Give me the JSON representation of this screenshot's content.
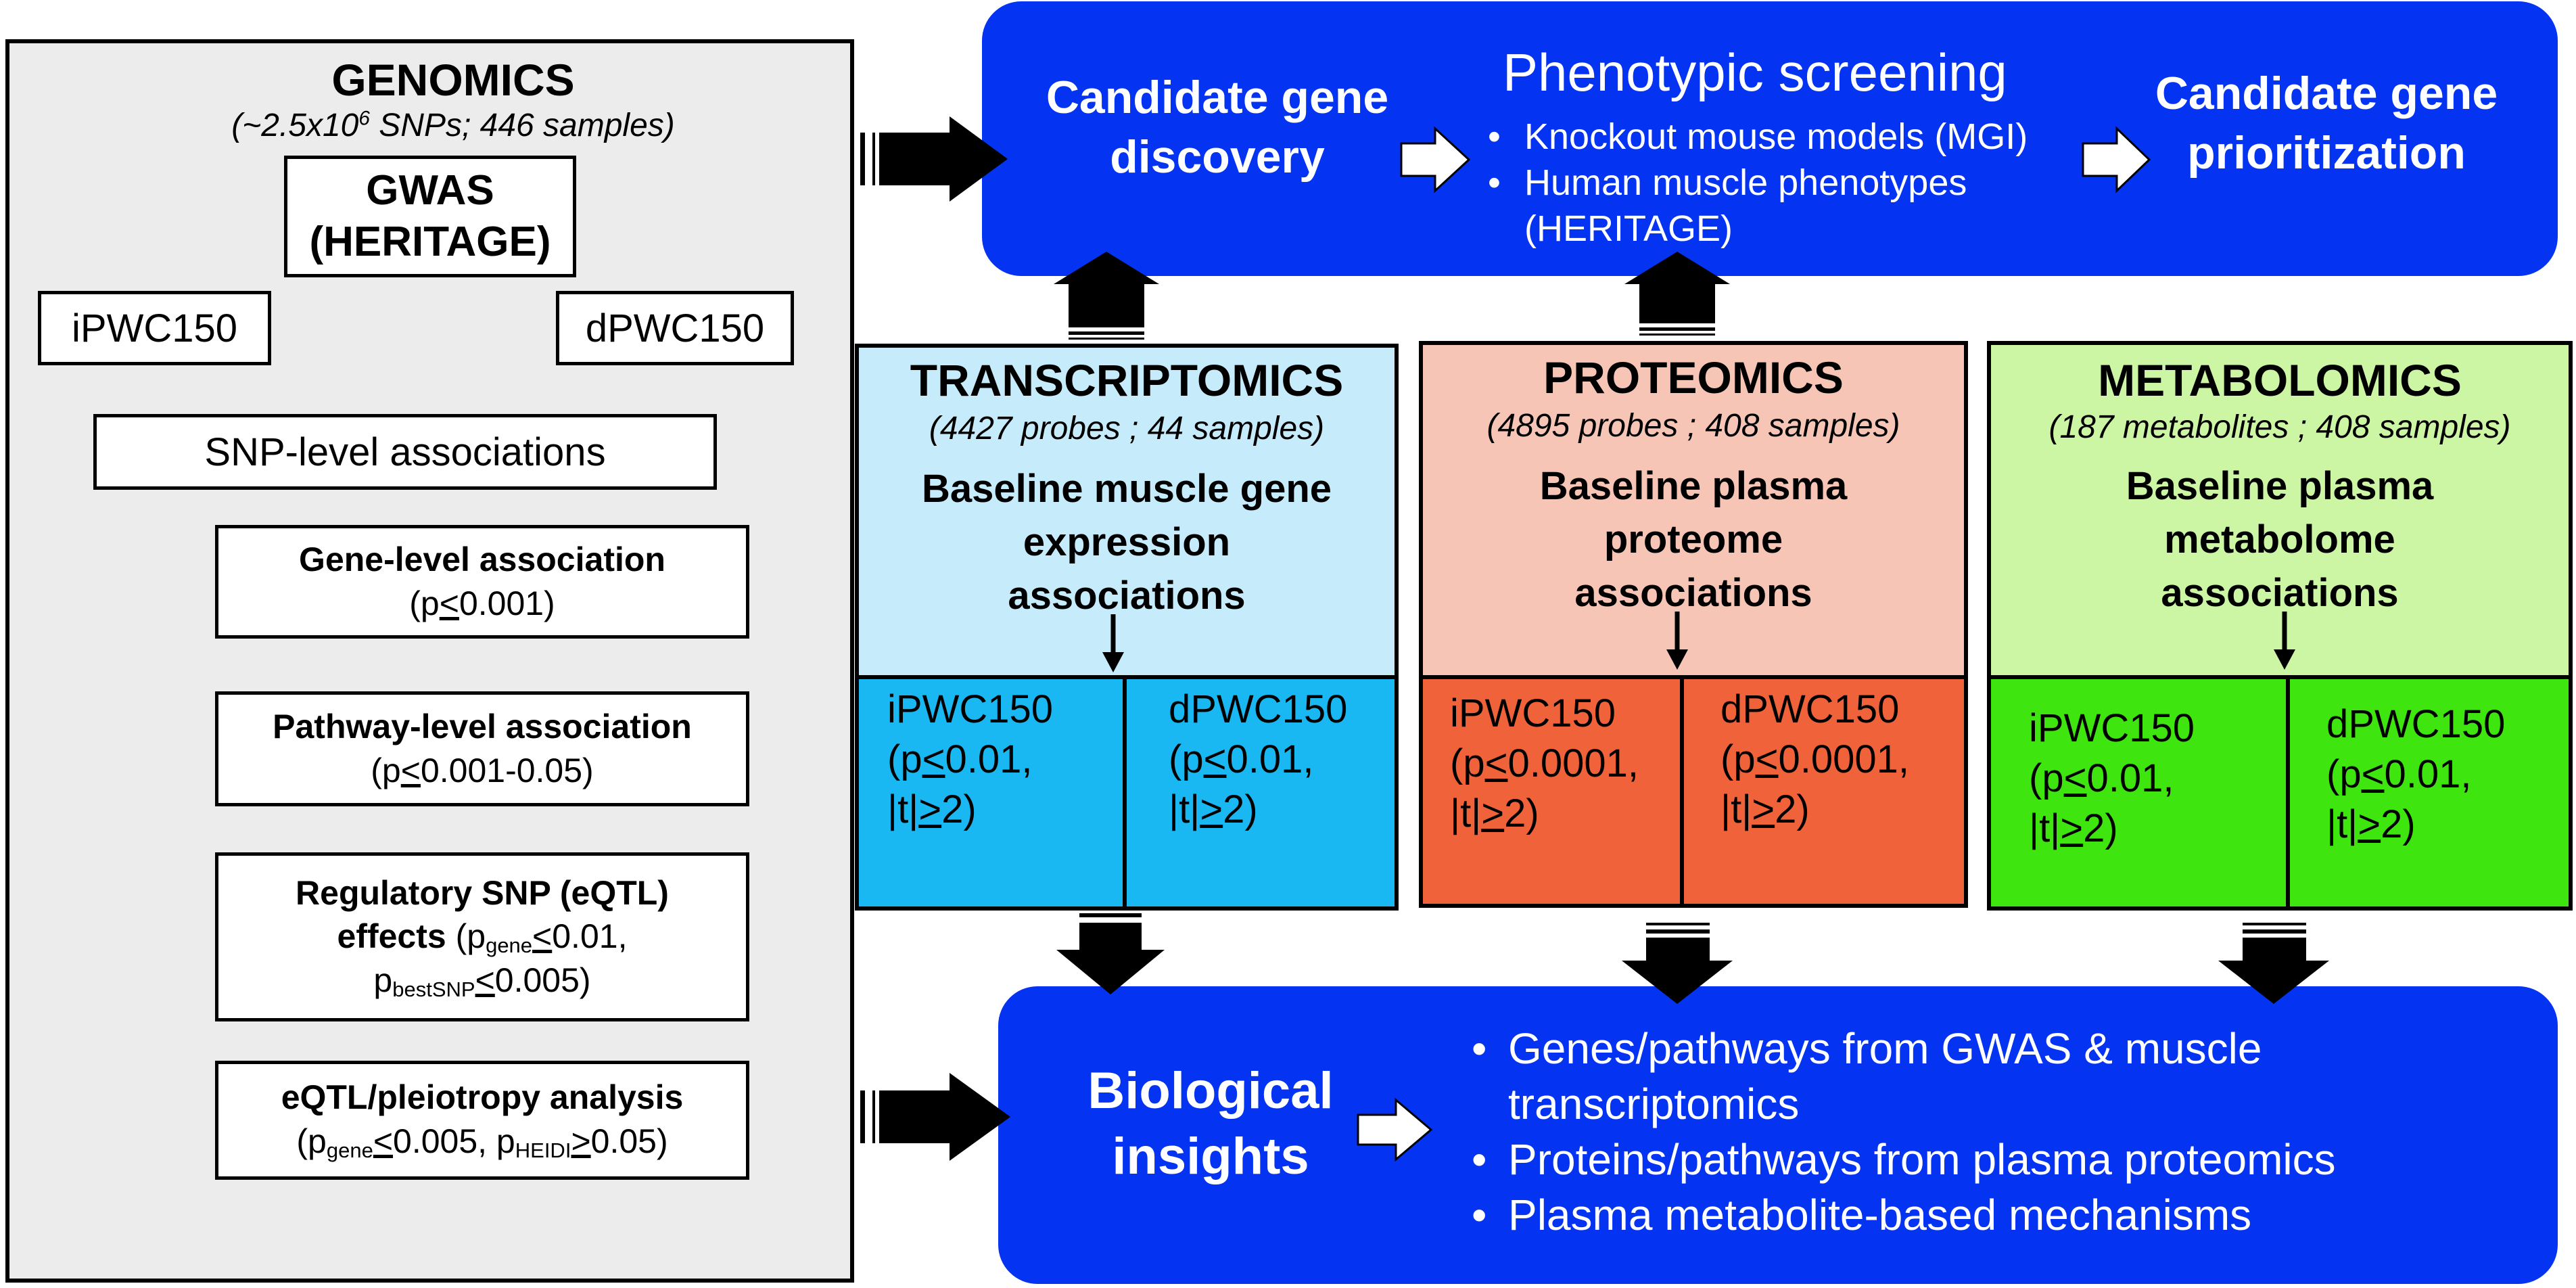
{
  "genomics": {
    "title": "GENOMICS",
    "subtitle": "(~2.5x10^6 SNPs; 446 samples)",
    "subtitle_pre": "(~2.5x10",
    "subtitle_exp": "6",
    "subtitle_post": " SNPs; 446 samples)",
    "gwas_line1": "GWAS",
    "gwas_line2": "(HERITAGE)",
    "ipwc": "iPWC150",
    "dpwc": "dPWC150",
    "snp_level": "SNP-level associations",
    "gene_level": {
      "title": "Gene-level association",
      "p_pre": "(p",
      "p_le": "<",
      "p_val": "0.001)"
    },
    "pathway_level": {
      "title": "Pathway-level association",
      "p_pre": "(p",
      "p_le": "<",
      "p_val": "0.001-0.05)"
    },
    "regulatory": {
      "title": "Regulatory SNP (eQTL)",
      "effects": "effects",
      "p": "(p",
      "gene_sub": "gene",
      "le": "<",
      "gene_val": "0.01,",
      "p2": "p",
      "bestsnp_sub": "bestSNP",
      "bestsnp_val": "0.005)"
    },
    "pleiotropy": {
      "title": "eQTL/pleiotropy analysis",
      "p": "(p",
      "gene_sub": "gene",
      "le": "<",
      "gene_val": "0.005, p",
      "heidi_sub": "HEIDI",
      "ge": ">",
      "heidi_val": "0.05)"
    }
  },
  "top_panel": {
    "discovery_line1": "Candidate gene",
    "discovery_line2": "discovery",
    "screening_title": "Phenotypic screening",
    "screening_items": [
      "Knockout mouse models  (MGI)",
      "Human muscle phenotypes (HERITAGE)"
    ],
    "prioritization_line1": "Candidate gene",
    "prioritization_line2": "prioritization"
  },
  "transcriptomics": {
    "title": "TRANSCRIPTOMICS",
    "subtitle": "(4427 probes ; 44 samples)",
    "desc": [
      "Baseline muscle gene",
      "expression",
      "associations"
    ],
    "left": {
      "name": "iPWC150",
      "p_pre": "(p",
      "le": "<",
      "p_val": "0.01,",
      "t_pre": "|t|",
      "ge": ">",
      "t_val": "2)"
    },
    "right": {
      "name": "dPWC150",
      "p_pre": "(p",
      "le": "<",
      "p_val": "0.01,",
      "t_pre": "|t|",
      "ge": ">",
      "t_val": "2)"
    }
  },
  "proteomics": {
    "title": "PROTEOMICS",
    "subtitle": "(4895 probes ; 408 samples)",
    "desc": [
      "Baseline plasma",
      "proteome",
      "associations"
    ],
    "left": {
      "name": "iPWC150",
      "p_pre": "(p",
      "le": "<",
      "p_val": "0.0001,",
      "t_pre": "|t|",
      "ge": ">",
      "t_val": "2)"
    },
    "right": {
      "name": "dPWC150",
      "p_pre": "(p",
      "le": "<",
      "p_val": "0.0001,",
      "t_pre": "|t|",
      "ge": ">",
      "t_val": "2)"
    }
  },
  "metabolomics": {
    "title": "METABOLOMICS",
    "subtitle": "(187 metabolites ; 408 samples)",
    "desc": [
      "Baseline plasma",
      "metabolome",
      "associations"
    ],
    "left": {
      "name": "iPWC150",
      "p_pre": "(p",
      "le": "<",
      "p_val": "0.01,",
      "t_pre": "|t|",
      "ge": ">",
      "t_val": "2)"
    },
    "right": {
      "name": "dPWC150",
      "p_pre": "(p",
      "le": "<",
      "p_val": "0.01,",
      "t_pre": "|t|",
      "ge": ">",
      "t_val": "2)"
    }
  },
  "bottom_panel": {
    "insights_line1": "Biological",
    "insights_line2": "insights",
    "items": [
      "Genes/pathways from GWAS & muscle transcriptomics",
      "Proteins/pathways from plasma proteomics",
      "Plasma metabolite-based mechanisms"
    ]
  },
  "colors": {
    "panel_blue": "#0433f2",
    "transcriptomics_light": "#c6ebfb",
    "transcriptomics_dark": "#19b8f2",
    "proteomics_light": "#f6c5b5",
    "proteomics_dark": "#f0623a",
    "metabolomics_light": "#ccf5a4",
    "metabolomics_dark": "#3fe50f",
    "genomics_bg": "#ececec"
  }
}
